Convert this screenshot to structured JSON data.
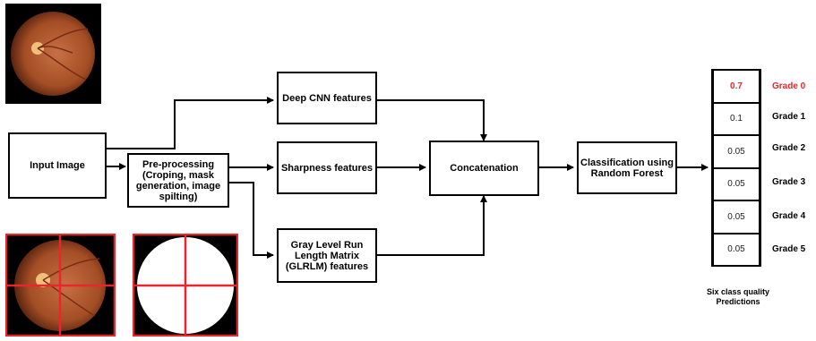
{
  "nodes": {
    "input": "Input Image",
    "preprocess": "Pre-processing (Croping, mask generation, image spilting)",
    "cnn": "Deep CNN features",
    "sharpness": "Sharpness features",
    "glrlm": "Gray Level Run Length Matrix (GLRLM) features",
    "concat": "Concatenation",
    "classify": "Classification using Random Forest"
  },
  "predictions": [
    {
      "value": "0.7",
      "grade": "Grade 0",
      "highlight": true
    },
    {
      "value": "0.1",
      "grade": "Grade 1",
      "highlight": false
    },
    {
      "value": "0.05",
      "grade": "Grade 2",
      "highlight": false
    },
    {
      "value": "0.05",
      "grade": "Grade 3",
      "highlight": false
    },
    {
      "value": "0.05",
      "grade": "Grade 4",
      "highlight": false
    },
    {
      "value": "0.05",
      "grade": "Grade 5",
      "highlight": false
    }
  ],
  "caption": "Six class quality Predictions",
  "colors": {
    "highlight": "#e8262b",
    "split_lines": "#e8262b",
    "fundus": "#b35a2e"
  }
}
